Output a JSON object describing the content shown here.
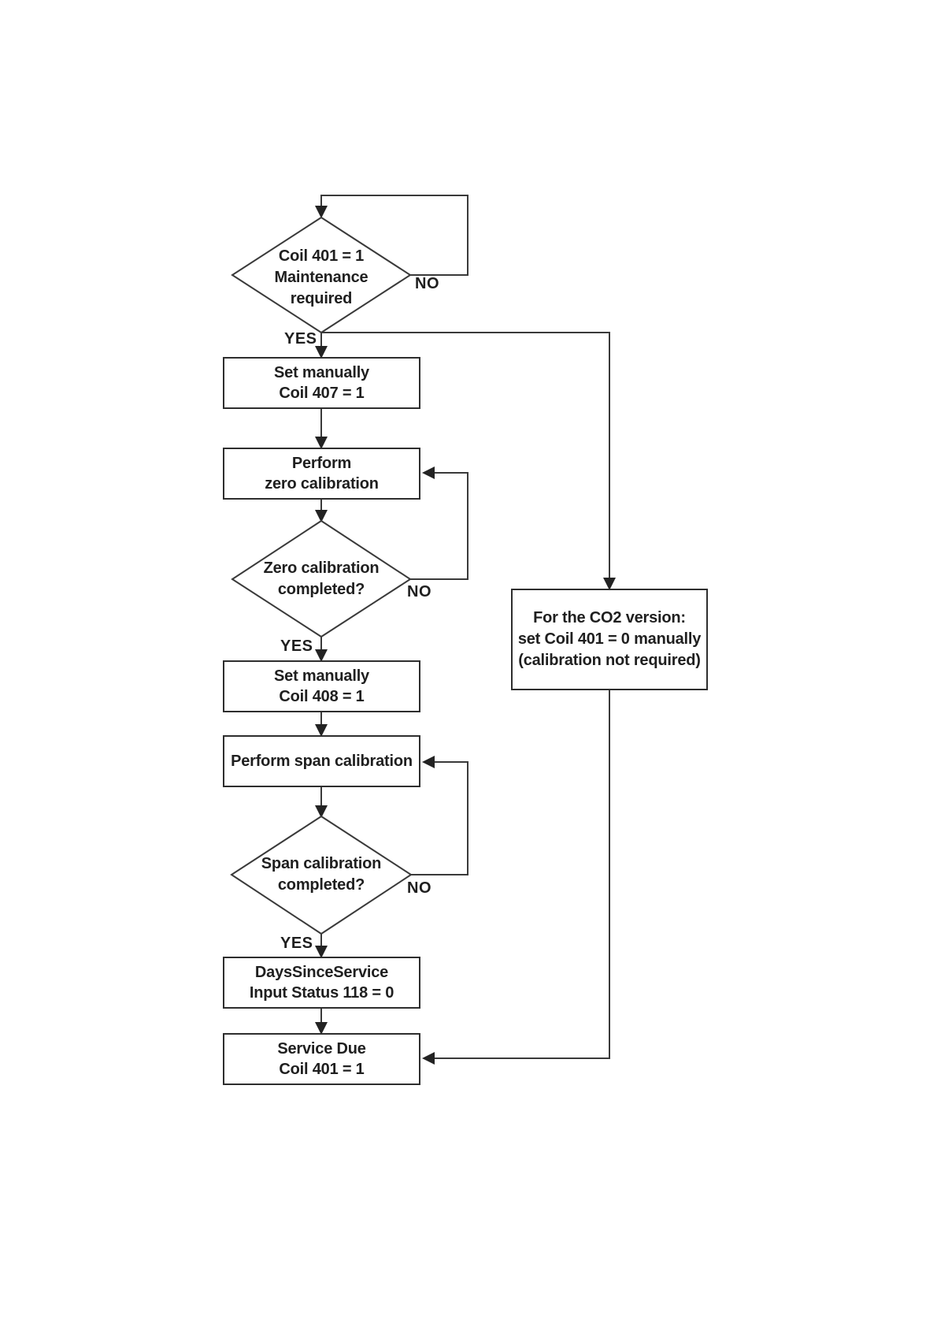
{
  "page": {
    "background": "#ffffff"
  },
  "colors": {
    "line": "#3a3a3a",
    "box_border": "#2e2e2e",
    "text": "#1f1f1f",
    "arrow_fill": "#232323"
  },
  "diagram": {
    "type": "flowchart",
    "nodes": {
      "decision_maintenance": {
        "lines": [
          "Coil 401 = 1",
          "Maintenance",
          "required"
        ]
      },
      "set_coil_407": {
        "lines": [
          "Set manually",
          "Coil 407 = 1"
        ]
      },
      "perform_zero_cal": {
        "lines": [
          "Perform",
          "zero calibration"
        ]
      },
      "decision_zero_cal": {
        "lines": [
          "Zero calibration",
          "completed?"
        ]
      },
      "set_coil_408": {
        "lines": [
          "Set manually",
          "Coil 408 = 1"
        ]
      },
      "perform_span_cal": {
        "lines": [
          "Perform span calibration"
        ]
      },
      "decision_span_cal": {
        "lines": [
          "Span calibration",
          "completed?"
        ]
      },
      "days_since_service": {
        "lines": [
          "DaysSinceService",
          "Input Status 118 = 0"
        ]
      },
      "service_due": {
        "lines": [
          "Service Due",
          "Coil 401 = 1"
        ]
      },
      "co2_note": {
        "lines": [
          "For the CO2 version:",
          "set Coil 401 = 0 manually",
          "(calibration not required)"
        ]
      }
    },
    "edge_labels": {
      "yes": "YES",
      "no": "NO"
    }
  }
}
